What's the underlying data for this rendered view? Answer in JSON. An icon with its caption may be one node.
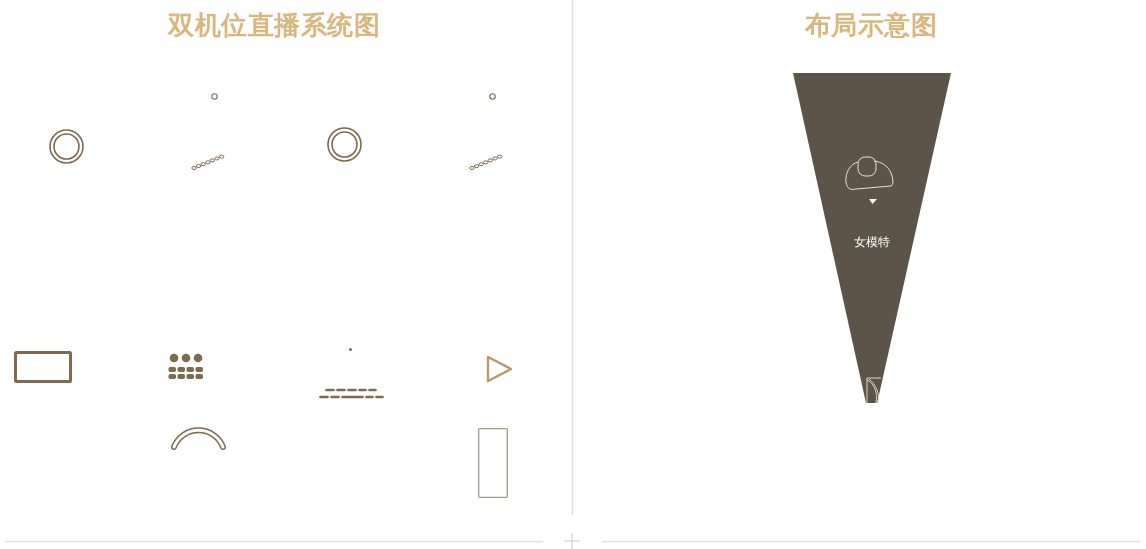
{
  "diagram": {
    "title": "双机位直播系统图",
    "nodes": [
      {
        "text": [
          "女模特"
        ]
      }
    ],
    "labels": [
      "布局示意图"
    ]
  }
}
